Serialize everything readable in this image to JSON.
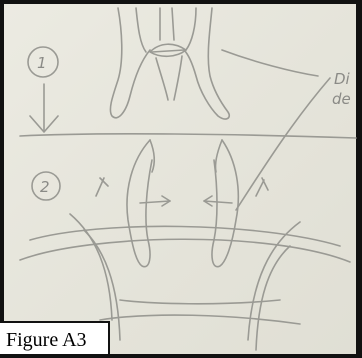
{
  "figure": {
    "caption": "Figure A3",
    "step_one_marker": "1",
    "step_two_marker": "2",
    "side_note_line1": "Di",
    "side_note_line2": "de"
  },
  "colors": {
    "paper": "#e7e6dc",
    "pencil": "#9a9a94",
    "border": "#111111"
  }
}
